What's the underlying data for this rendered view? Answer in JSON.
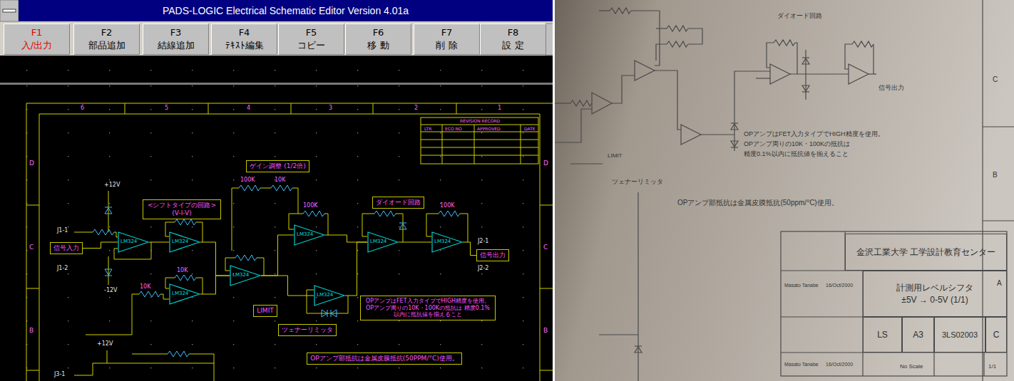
{
  "diagram": {
    "nodes": [
      {
        "text": [
          "PADS-LOGIC Electrical Schematic Editor Version 4.01a"
        ]
      },
      {
        "text": [
          "F1",
          "入/出力"
        ]
      },
      {
        "text": [
          "F2",
          "部品追加"
        ]
      },
      {
        "text": [
          "F3",
          "結線追加"
        ]
      },
      {
        "text": [
          "F4",
          "ﾃｷｽﾄ編集"
        ]
      },
      {
        "text": [
          "F5",
          "コピー"
        ]
      },
      {
        "text": [
          "F6",
          "移 動"
        ]
      },
      {
        "text": [
          "F7",
          "削 除"
        ]
      },
      {
        "text": [
          "F8",
          "設 定"
        ]
      },
      {
        "text": [
          "ゲイン調整 (1/2倍)"
        ]
      },
      {
        "text": [
          "<シフトタイプの回路> (V-I-V)"
        ]
      },
      {
        "text": [
          "ダイオード回路"
        ]
      },
      {
        "text": [
          "信号入力"
        ]
      },
      {
        "text": [
          "信号出力"
        ]
      },
      {
        "text": [
          "OPアンプはFET入力タイプでHIGH精度を使用。 OPアンプ周りの10K・100Kの抵抗は 精度0.1%以内に抵抗値を揃えること"
        ]
      },
      {
        "text": [
          "ツェナーリミッタ"
        ]
      },
      {
        "text": [
          "LIMIT"
        ]
      },
      {
        "text": [
          "OPアンプ部抵抗は金属皮膜抵抗(50PPM/°C)使用。"
        ]
      },
      {
        "text": [
          "LM324"
        ]
      },
      {
        "text": [
          "LM324"
        ]
      },
      {
        "text": [
          "LM324"
        ]
      },
      {
        "text": [
          "LM324"
        ]
      },
      {
        "text": [
          "LM324"
        ]
      },
      {
        "text": [
          "LM324"
        ]
      },
      {
        "text": [
          "LM324"
        ]
      },
      {
        "text": [
          "LM324"
        ]
      },
      {
        "text": [
          "金沢工業大学 工学設計教育センター"
        ]
      },
      {
        "text": [
          "計測用レベルシフタ",
          "±5V → 0-5V (1/1)"
        ]
      },
      {
        "text": [
          "LS"
        ]
      },
      {
        "text": [
          "A3"
        ]
      },
      {
        "text": [
          "3LS02003"
        ]
      },
      {
        "text": [
          "C"
        ]
      }
    ],
    "edges": [
      {
        "from": 12,
        "to": 18,
        "arrow": "none"
      },
      {
        "from": 18,
        "to": 19,
        "arrow": "none"
      },
      {
        "from": 19,
        "to": 21,
        "arrow": "none"
      },
      {
        "from": 20,
        "to": 21,
        "arrow": "none"
      },
      {
        "from": 21,
        "to": 22,
        "arrow": "none"
      },
      {
        "from": 21,
        "to": 23,
        "arrow": "none"
      },
      {
        "from": 22,
        "to": 24,
        "arrow": "none"
      },
      {
        "from": 23,
        "to": 24,
        "arrow": "none"
      },
      {
        "from": 24,
        "to": 25,
        "arrow": "none"
      },
      {
        "from": 25,
        "to": 13,
        "arrow": "none"
      }
    ],
    "labels": [
      "6",
      "5",
      "4",
      "3",
      "2",
      "1",
      "D",
      "C",
      "B",
      "D",
      "C",
      "B",
      "REVISION RECORD",
      "LTR",
      "ECO NO",
      "APPROVED",
      "DATE",
      "J1-1",
      "J1-2",
      "J2-1",
      "J2-2",
      "J3-1",
      "+12V",
      "-12V",
      "+12V",
      "10K",
      "100K",
      "10K",
      "100K",
      "10K",
      "100K",
      "ダイオード回路",
      "信号出力",
      "LIMIT",
      "ツェナーリミッタ",
      "OPアンプはFET入力タイプでHIGH精度を使用。",
      "OPアンプ周りの10K・100Kの抵抗は",
      "精度0.1%以内に抵抗値を揃えること",
      "OPアンプ部抵抗は金属皮膜抵抗(50ppm/°C)使用。",
      "C",
      "B",
      "A",
      "Masato Tanabe",
      "16/Oct/2000",
      "Masato Tanabe",
      "16/Oct/2000",
      "No Scale",
      "1/1"
    ]
  }
}
